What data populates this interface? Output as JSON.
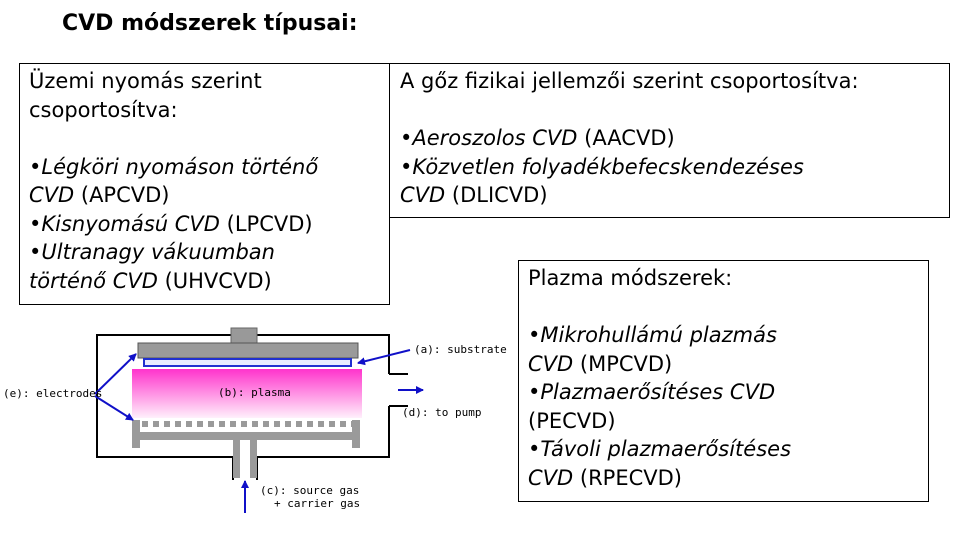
{
  "title": "CVD módszerek típusai:",
  "pressure_box": {
    "header_line1": "Üzemi nyomás szerint",
    "header_line2": "csoportosítva:",
    "items": [
      {
        "bullet": "•",
        "name_line1": "Légköri nyomáson történő",
        "name_line2": "CVD",
        "abbr": " (APCVD)"
      },
      {
        "bullet": "•",
        "name": "Kisnyomású CVD",
        "abbr": " (LPCVD)"
      },
      {
        "bullet": "•",
        "name_line1": "Ultranagy vákuumban",
        "name_line2": "történő CVD",
        "abbr": " (UHVCVD)"
      }
    ]
  },
  "vapor_box": {
    "header": "A gőz fizikai jellemzői szerint csoportosítva:",
    "items": [
      {
        "bullet": "•",
        "name": "Aeroszolos CVD",
        "abbr": " (AACVD)"
      },
      {
        "bullet": "•",
        "name_line1": "Közvetlen folyadékbefecskendezéses",
        "name_line2": "CVD",
        "abbr": " (DLICVD)"
      }
    ]
  },
  "plasma_box": {
    "header": "Plazma módszerek:",
    "items": [
      {
        "bullet": "•",
        "name_line1": "Mikrohullámú plazmás",
        "name_line2": "CVD",
        "abbr": " (MPCVD)"
      },
      {
        "bullet": "•",
        "name": "Plazmaerősítéses CVD",
        "abbr_line2": "(PECVD)"
      },
      {
        "bullet": "•",
        "name_line1": "Távoli plazmaerősítéses",
        "name_line2": "CVD",
        "abbr": " (RPECVD)"
      }
    ]
  },
  "diagram": {
    "label_substrate": "(a): substrate",
    "label_plasma": "(b): plasma",
    "label_source_line1": "(c): source gas",
    "label_source_line2": "+ carrier gas",
    "label_pump": "(d): to pump",
    "label_electrodes": "(e): electrodes",
    "colors": {
      "arrow": "#1010c8",
      "plasma_top": "#ff33cc",
      "plasma_bottom": "#fff0fb",
      "electrode": "#9a9a9a",
      "substrate": "#2030d0"
    }
  }
}
